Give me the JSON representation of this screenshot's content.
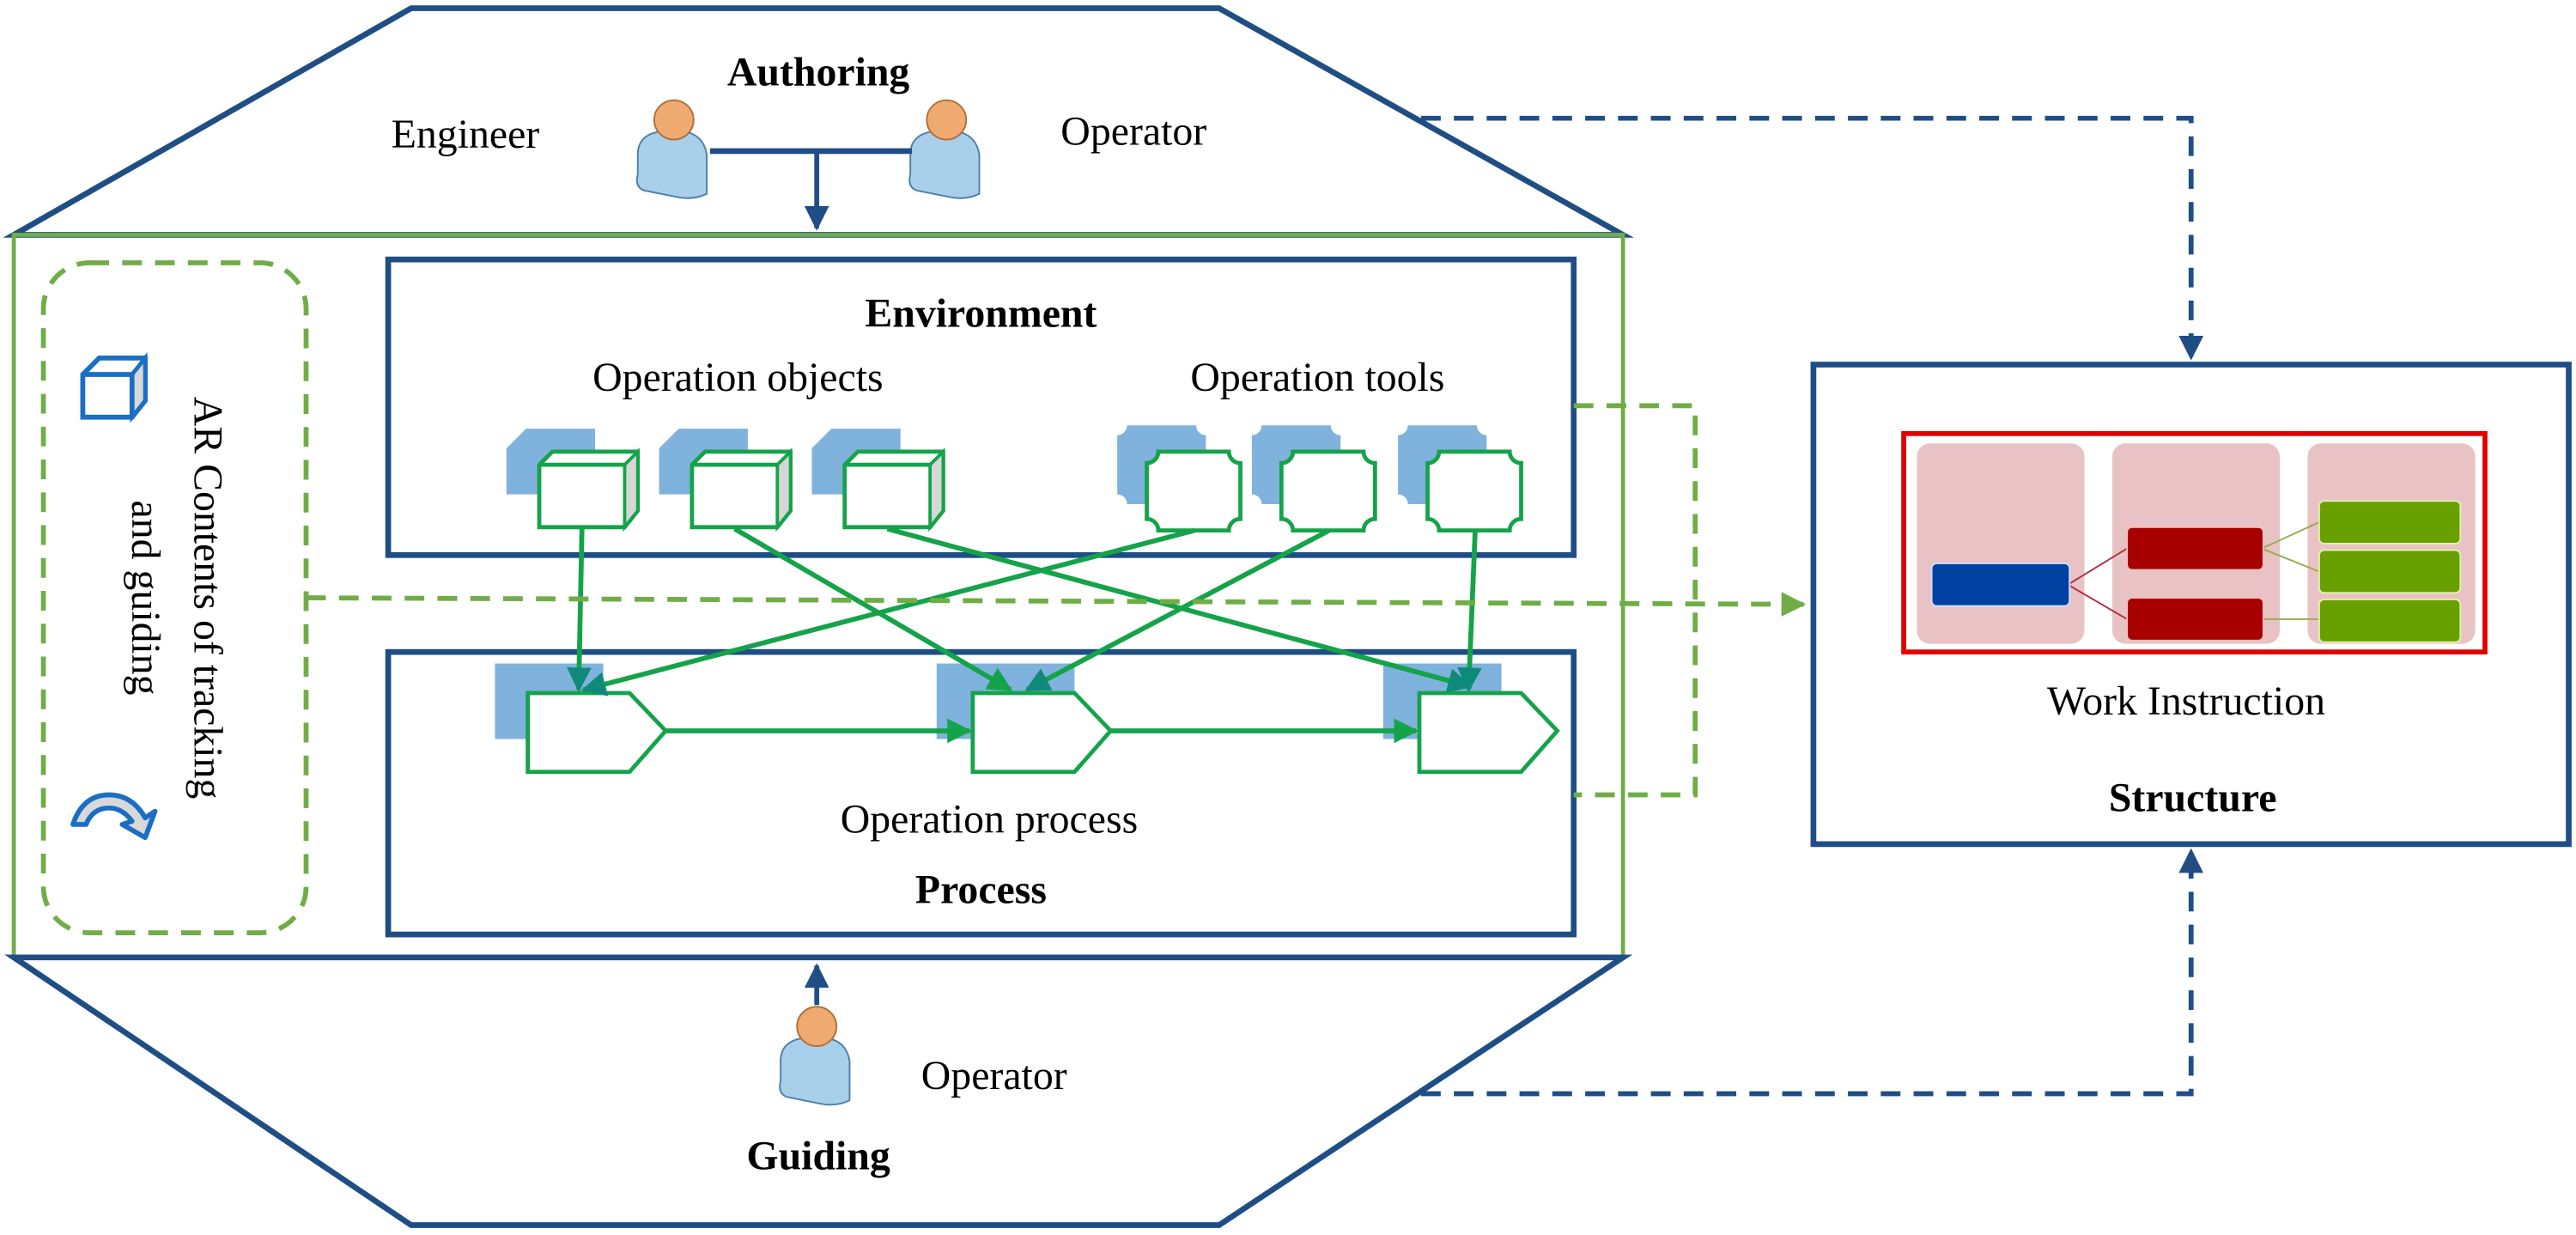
{
  "authoring": {
    "title": "Authoring",
    "actors": [
      "Engineer",
      "Operator"
    ]
  },
  "guiding": {
    "title": "Guiding",
    "actor": "Operator"
  },
  "environment": {
    "title": "Environment",
    "objects_label": "Operation objects",
    "tools_label": "Operation tools",
    "object_count": 3,
    "tool_count": 3
  },
  "process": {
    "title": "Process",
    "caption": "Operation process",
    "step_count": 3
  },
  "ar_contents": {
    "line1": "AR Contents of tracking",
    "line2": "and guiding",
    "icons": [
      "cube-icon",
      "curved-arrow-icon"
    ]
  },
  "structure": {
    "title": "Structure",
    "caption": "Work Instruction",
    "tree": {
      "root_nodes": 1,
      "middle_nodes": 2,
      "leaf_nodes": 3
    }
  },
  "colors": {
    "navy": "#1f4e85",
    "green_frame": "#70ad47",
    "green_flow": "#15a34a",
    "shadow_blue": "#7fb2dc",
    "red_frame": "#e00000",
    "pink_lane": "#e8c2c4",
    "node_blue": "#0040a0",
    "node_red": "#a80000",
    "node_green": "#68a000"
  }
}
